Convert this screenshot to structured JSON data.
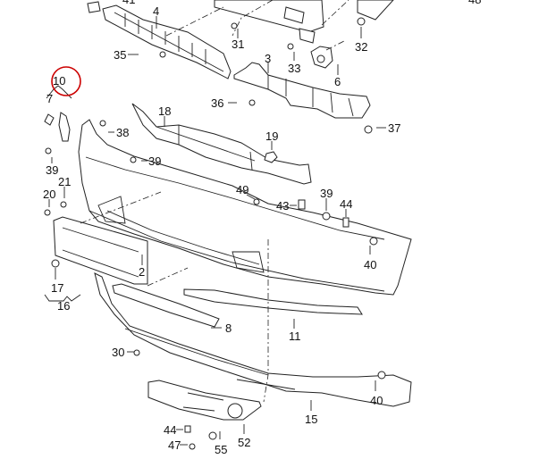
{
  "diagram": {
    "highlight_color": "#cc0000",
    "highlighted_part": "10",
    "labels": {
      "p41": "41",
      "p48": "48",
      "p4": "4",
      "p31": "31",
      "p32": "32",
      "p35": "35",
      "p33": "33",
      "p3": "3",
      "p6": "6",
      "p10": "10",
      "p7": "7",
      "p36": "36",
      "p37": "37",
      "p18": "18",
      "p38": "38",
      "p19": "19",
      "p39a": "39",
      "p39b": "39",
      "p21": "21",
      "p20": "20",
      "p49": "49",
      "p43": "43",
      "p39c": "39",
      "p44a": "44",
      "p40a": "40",
      "p2": "2",
      "p17": "17",
      "p16": "16",
      "p8": "8",
      "p11": "11",
      "p30": "30",
      "p40b": "40",
      "p15": "15",
      "p44b": "44",
      "p47": "47",
      "p55": "55",
      "p52": "52"
    }
  }
}
